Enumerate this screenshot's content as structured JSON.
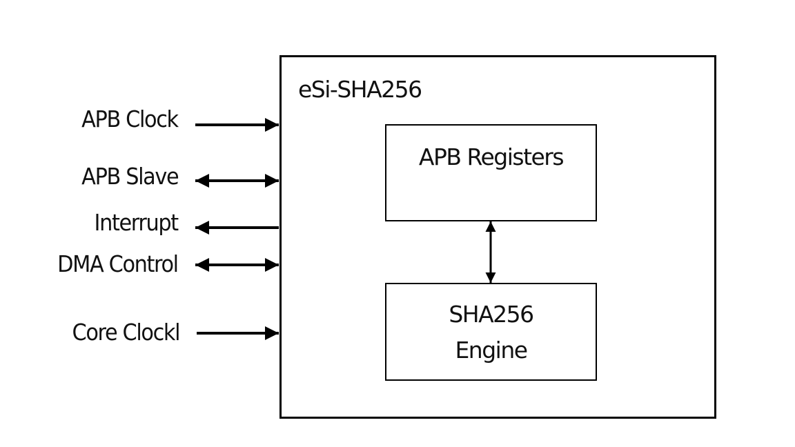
{
  "diagram": {
    "block_title": "eSi-SHA256",
    "signals": [
      {
        "label": "APB Clock",
        "direction": "in"
      },
      {
        "label": "APB Slave",
        "direction": "bidirectional"
      },
      {
        "label": "Interrupt",
        "direction": "out"
      },
      {
        "label": "DMA Control",
        "direction": "bidirectional"
      },
      {
        "label": "Core Clockl",
        "direction": "in"
      }
    ],
    "blocks": [
      {
        "name": "APB Registers",
        "lines": [
          "APB Registers"
        ]
      },
      {
        "name": "SHA256 Engine",
        "lines": [
          "SHA256",
          "Engine"
        ]
      }
    ],
    "internal_link": {
      "from": "APB Registers",
      "to": "SHA256 Engine",
      "direction": "bidirectional"
    },
    "colors": {
      "line": "#000000",
      "text": "#111111",
      "background": "#ffffff"
    }
  }
}
